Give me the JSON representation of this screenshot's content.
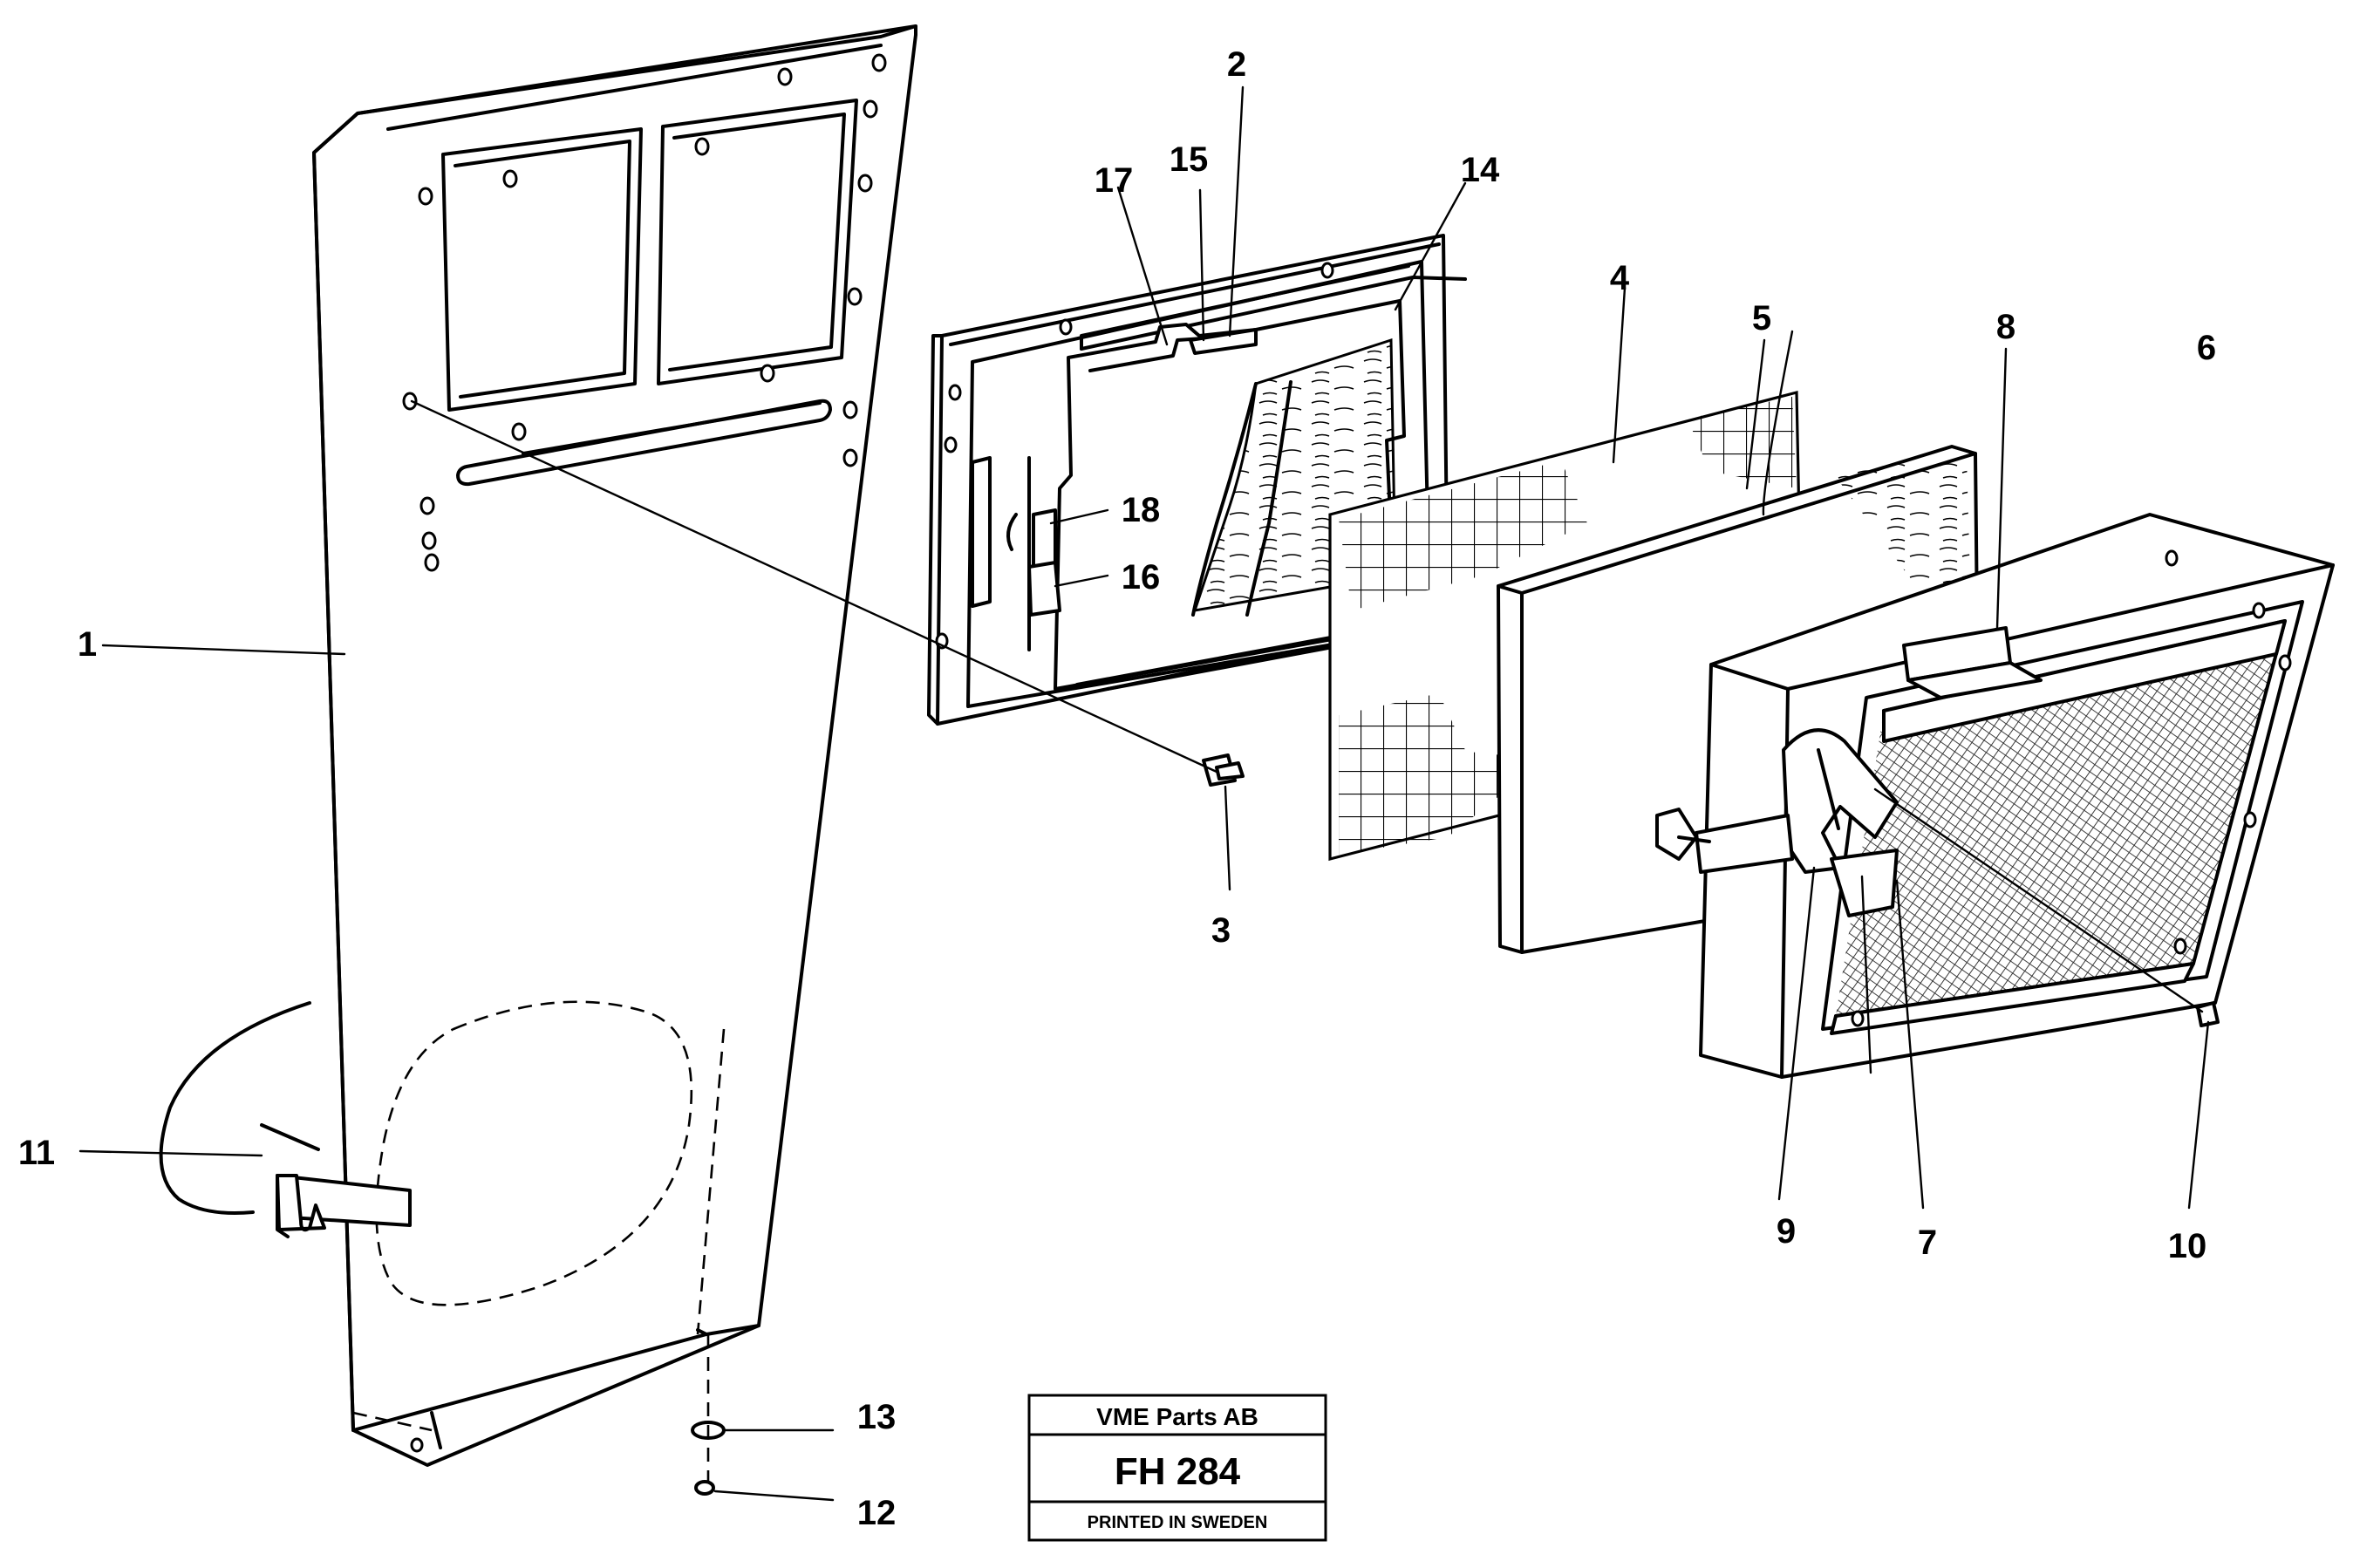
{
  "callouts": [
    "1",
    "2",
    "3",
    "4",
    "5",
    "6",
    "7",
    "8",
    "9",
    "10",
    "11",
    "12",
    "13",
    "14",
    "15",
    "16",
    "17",
    "18"
  ],
  "title_block": {
    "company": "VME Parts AB",
    "code": "FH 284",
    "footer": "PRINTED IN SWEDEN"
  }
}
